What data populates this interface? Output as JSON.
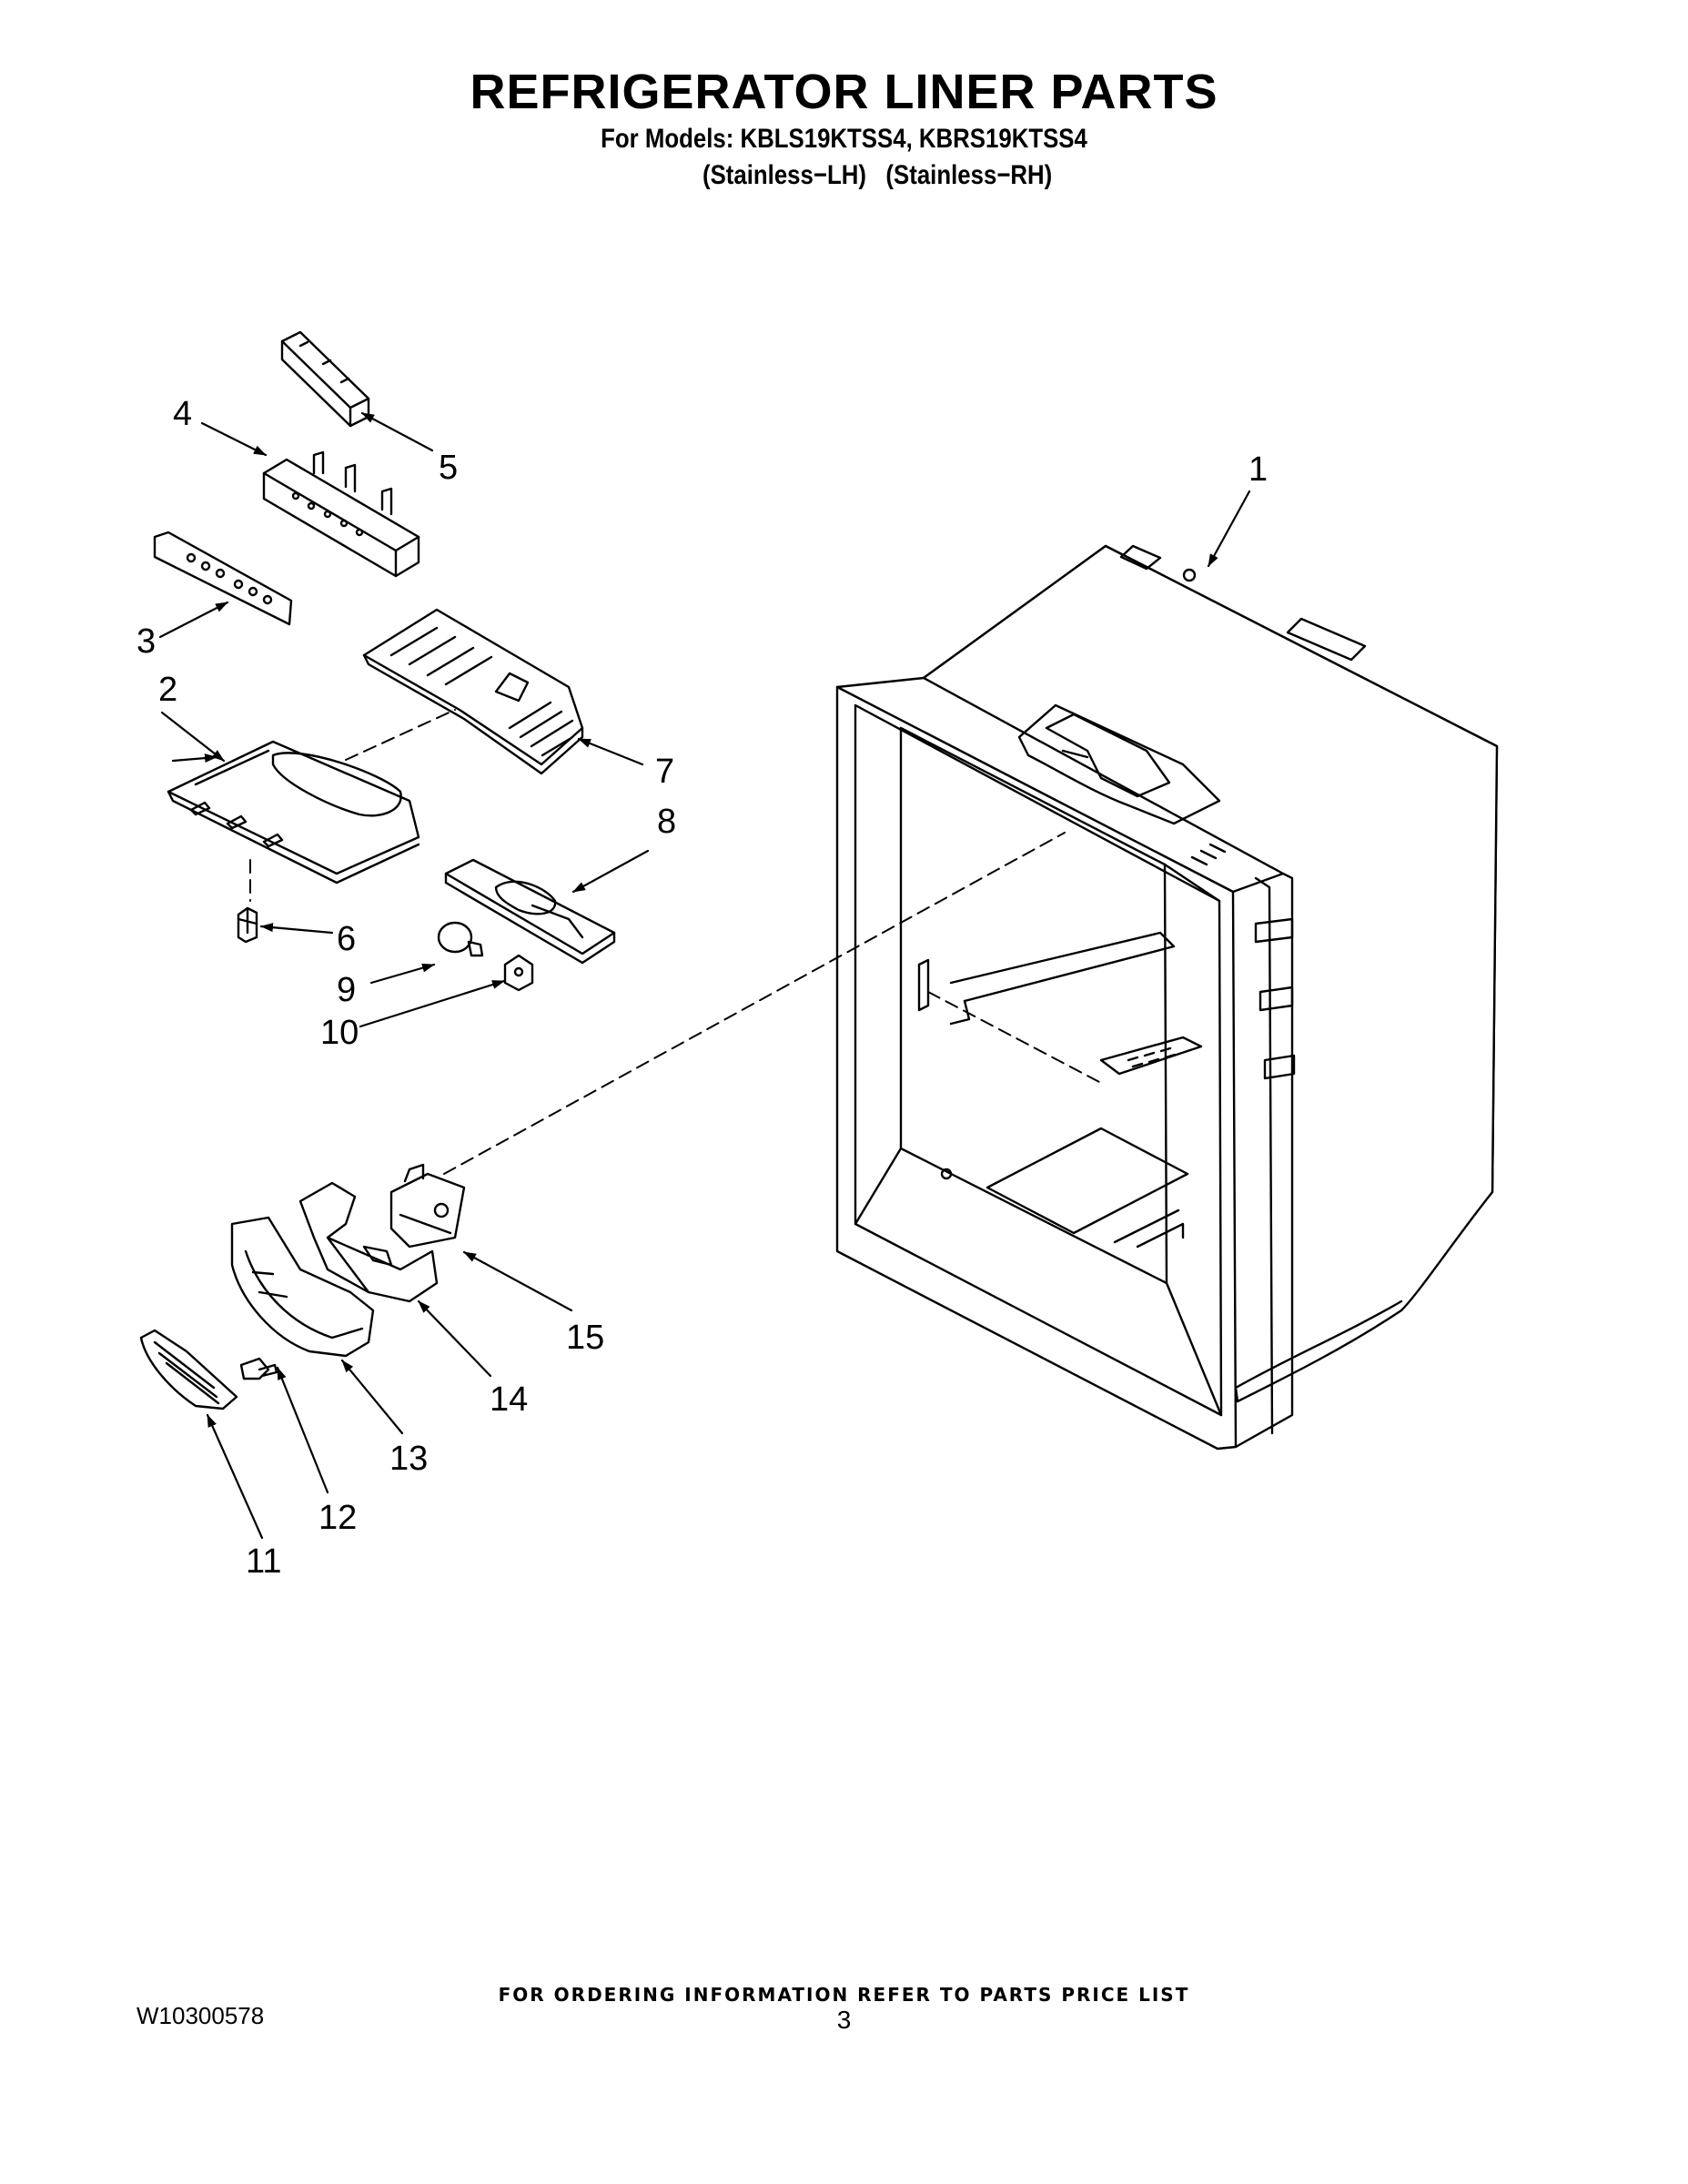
{
  "header": {
    "title": "REFRIGERATOR LINER PARTS",
    "models_line": "For Models: KBLS19KTSS4, KBRS19KTSS4",
    "variants_line": "(Stainless−LH)   (Stainless−RH)"
  },
  "callouts": [
    "1",
    "2",
    "3",
    "4",
    "5",
    "6",
    "7",
    "8",
    "9",
    "10",
    "11",
    "12",
    "13",
    "14",
    "15"
  ],
  "footer": {
    "ordering_note": "FOR ORDERING INFORMATION REFER TO PARTS PRICE LIST",
    "document_number": "W10300578",
    "page_number": "3"
  }
}
